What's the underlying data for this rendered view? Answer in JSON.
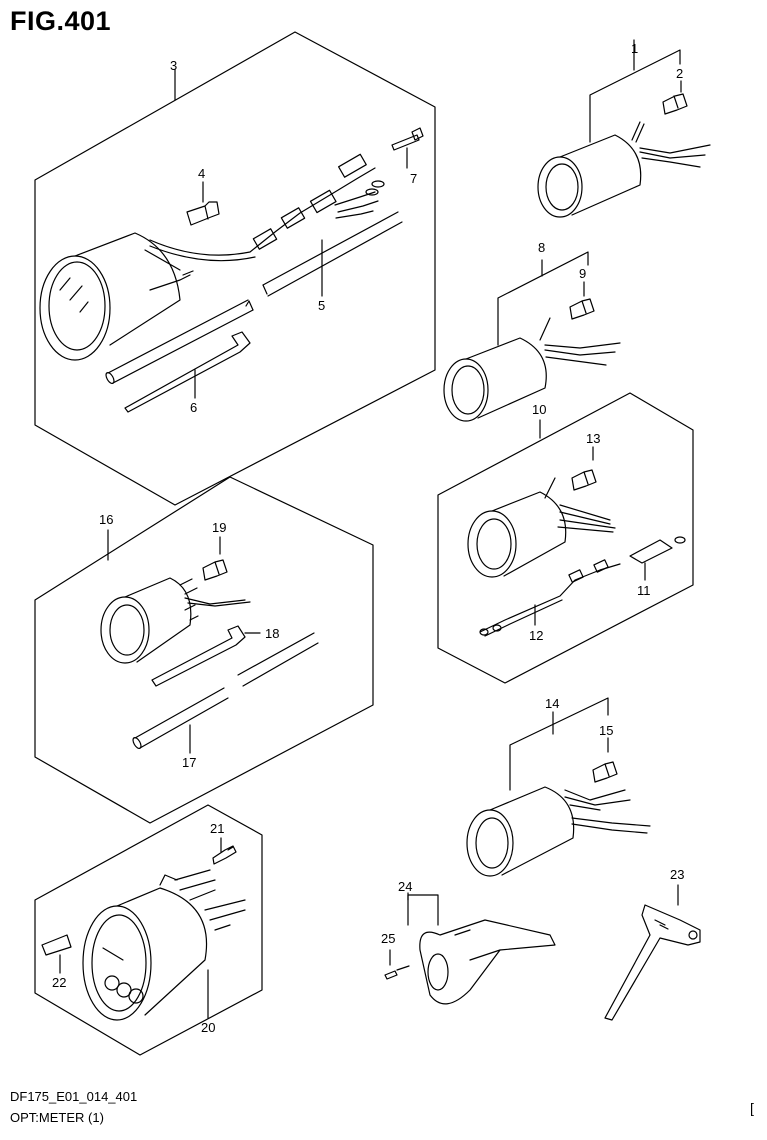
{
  "figure": {
    "title": "FIG.401",
    "footer_code": "DF175_E01_014_401",
    "footer_caption": "OPT:METER (1)",
    "corner_mark": "["
  },
  "callouts": [
    "1",
    "2",
    "3",
    "4",
    "5",
    "6",
    "7",
    "8",
    "9",
    "10",
    "11",
    "12",
    "13",
    "14",
    "15",
    "16",
    "17",
    "18",
    "19",
    "20",
    "21",
    "22",
    "23",
    "24",
    "25"
  ]
}
